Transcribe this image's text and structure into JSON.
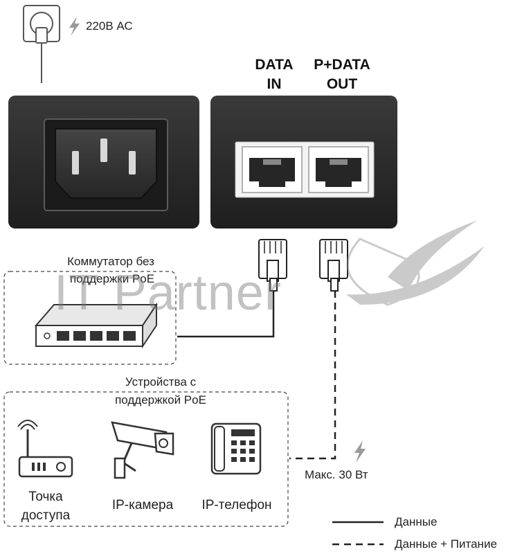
{
  "power": {
    "voltage_label": "220В АС"
  },
  "ports": {
    "data_in": {
      "line1": "DATA",
      "line2": "IN"
    },
    "pdata_out": {
      "line1": "P+DATA",
      "line2": "OUT"
    }
  },
  "switch": {
    "label_line1": "Коммутатор без",
    "label_line2": "поддержки PoE"
  },
  "poe_devices": {
    "label_line1": "Устройства с",
    "label_line2": "поддержкой PoE",
    "access_point": {
      "line1": "Точка",
      "line2": "доступа"
    },
    "ip_camera": "IP-камера",
    "ip_phone": "IP-телефон"
  },
  "max_power": "Макс. 30 Вт",
  "legend": {
    "data": "Данные",
    "data_power": "Данные + Питание"
  },
  "watermark": "IT Partner",
  "colors": {
    "device_body": "#2b2b2b",
    "bolt": "#9a9a9a",
    "watermark": "#8c8c8c"
  }
}
